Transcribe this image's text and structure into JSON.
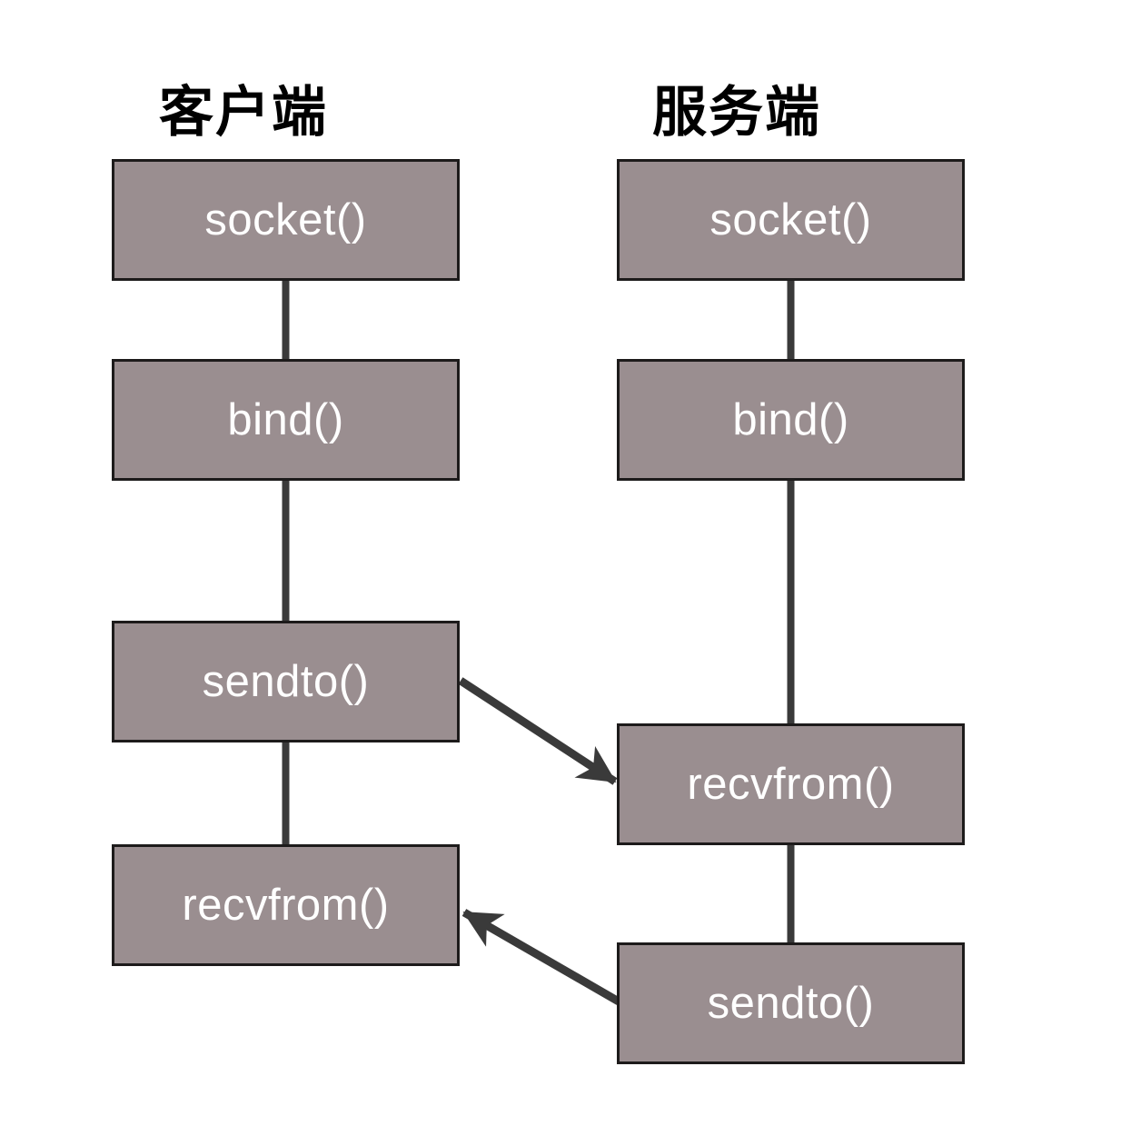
{
  "diagram": {
    "type": "flowchart",
    "subject": "UDP socket API call flow",
    "client": {
      "title": "客户端",
      "steps": [
        {
          "label": "socket()"
        },
        {
          "label": "bind()"
        },
        {
          "label": "sendto()"
        },
        {
          "label": "recvfrom()"
        }
      ]
    },
    "server": {
      "title": "服务端",
      "steps": [
        {
          "label": "socket()"
        },
        {
          "label": "bind()"
        },
        {
          "label": "recvfrom()"
        },
        {
          "label": "sendto()"
        }
      ]
    },
    "arrows": [
      {
        "from": "client sendto()",
        "to": "server recvfrom()"
      },
      {
        "from": "server sendto()",
        "to": "client recvfrom()"
      }
    ],
    "colors": {
      "box_fill": "#9a8e90",
      "box_border": "#1d1b1b",
      "connector": "#3a3a3a",
      "box_text": "#ffffff",
      "header_text": "#000000",
      "background": "#ffffff"
    }
  }
}
